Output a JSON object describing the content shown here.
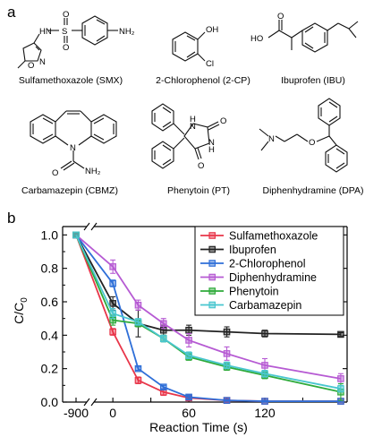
{
  "panel_a": {
    "letter": "a",
    "molecules": [
      {
        "id": "smx",
        "label": "Sulfamethoxazole (SMX)"
      },
      {
        "id": "cp",
        "label": "2-Chlorophenol (2-CP)"
      },
      {
        "id": "ibu",
        "label": "Ibuprofen (IBU)"
      },
      {
        "id": "cbmz",
        "label": "Carbamazepin (CBMZ)"
      },
      {
        "id": "pt",
        "label": "Phenytoin (PT)"
      },
      {
        "id": "dpa",
        "label": "Diphenhydramine (DPA)"
      }
    ]
  },
  "panel_b": {
    "letter": "b"
  },
  "chart_data": {
    "type": "line",
    "title": "",
    "xlabel": "Reaction Time (s)",
    "ylabel": "C/C",
    "ylabel_sub": "0",
    "x_axis_note": "broken axis: -900 then 0 to 180",
    "xticks": [
      -900,
      0,
      30,
      60,
      90,
      120,
      150,
      180
    ],
    "xtick_labels": [
      "-900",
      "0",
      "",
      "60",
      "",
      "120",
      "",
      ""
    ],
    "yticks": [
      0.0,
      0.2,
      0.4,
      0.6,
      0.8,
      1.0
    ],
    "ytick_labels": [
      "0.0",
      "0.2",
      "0.4",
      "0.6",
      "0.8",
      "1.0"
    ],
    "ylim": [
      0.0,
      1.05
    ],
    "xlim_segment": [
      -10,
      185
    ],
    "grid": false,
    "legend_position": "top-right",
    "x": [
      -900,
      0,
      20,
      40,
      60,
      90,
      120,
      180
    ],
    "series": [
      {
        "name": "Sulfamethoxazole",
        "color": "#e8364a",
        "marker": "square",
        "values": [
          1.0,
          0.42,
          0.13,
          0.06,
          0.025,
          0.01,
          0.005,
          0.005
        ],
        "errors": [
          0.0,
          0.02,
          0.02,
          0.02,
          0.01,
          0.01,
          0.005,
          0.005
        ]
      },
      {
        "name": "Ibuprofen",
        "color": "#222222",
        "marker": "square",
        "values": [
          1.0,
          0.59,
          0.47,
          0.43,
          0.43,
          0.42,
          0.41,
          0.405
        ],
        "errors": [
          0.0,
          0.04,
          0.08,
          0.03,
          0.03,
          0.03,
          0.02,
          0.01
        ]
      },
      {
        "name": "2-Chlorophenol",
        "color": "#2f6fd8",
        "marker": "square",
        "values": [
          1.0,
          0.71,
          0.2,
          0.09,
          0.03,
          0.01,
          0.005,
          0.005
        ],
        "errors": [
          0.0,
          0.02,
          0.01,
          0.01,
          0.01,
          0.005,
          0.005,
          0.005
        ]
      },
      {
        "name": "Diphenhydramine",
        "color": "#b65ad3",
        "marker": "square",
        "values": [
          1.0,
          0.81,
          0.58,
          0.47,
          0.37,
          0.29,
          0.22,
          0.14
        ],
        "errors": [
          0.0,
          0.04,
          0.03,
          0.03,
          0.04,
          0.04,
          0.04,
          0.03
        ]
      },
      {
        "name": "Phenytoin",
        "color": "#2eaa3a",
        "marker": "square",
        "values": [
          1.0,
          0.49,
          0.47,
          0.38,
          0.27,
          0.21,
          0.16,
          0.06
        ],
        "errors": [
          0.0,
          0.03,
          0.02,
          0.02,
          0.02,
          0.02,
          0.02,
          0.05
        ]
      },
      {
        "name": "Carbamazepin",
        "color": "#49c6cf",
        "marker": "square",
        "values": [
          1.0,
          0.53,
          0.48,
          0.38,
          0.28,
          0.22,
          0.17,
          0.08
        ],
        "errors": [
          0.0,
          0.03,
          0.02,
          0.02,
          0.02,
          0.02,
          0.02,
          0.02
        ]
      }
    ]
  }
}
